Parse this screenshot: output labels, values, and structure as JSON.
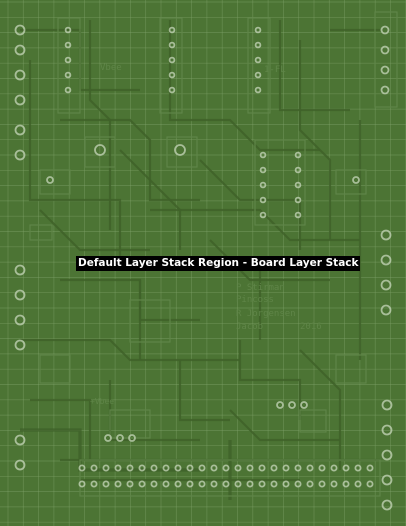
{
  "view": {
    "type": "pcb-layer-stack-region-view",
    "region_label": "Default Layer Stack Region - Board Layer Stack",
    "colors": {
      "board": "#4c7434",
      "grid": "#7fa26a",
      "trace": "#3f6229",
      "pad": "#c7d7bb",
      "label_bg": "#000000",
      "label_text": "#ffffff"
    },
    "silkscreen": [
      "P Stirman",
      "Pincoss",
      "R Jorgensen",
      "Jacob",
      "2016",
      "Vbee",
      "+Vbee",
      "1-FL"
    ]
  }
}
